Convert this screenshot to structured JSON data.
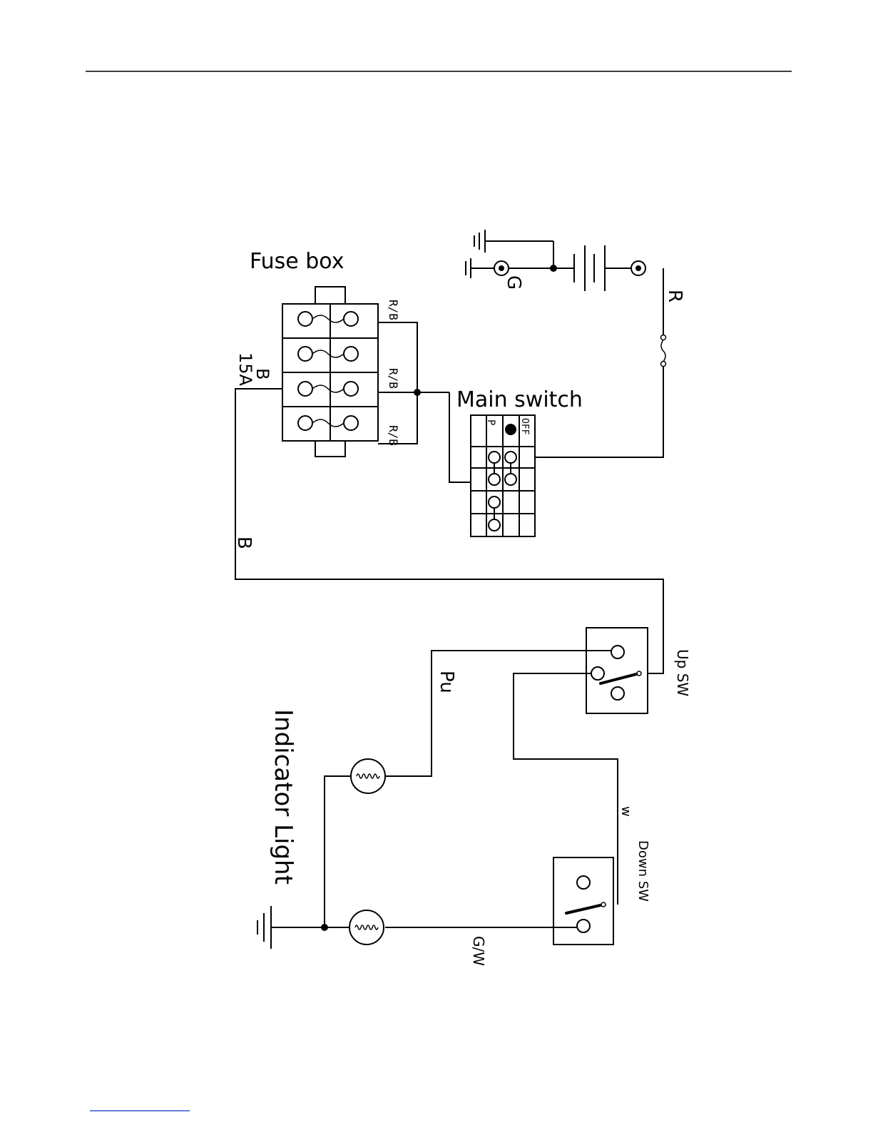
{
  "labels": {
    "fuse_box": "Fuse box",
    "main_switch": "Main switch",
    "fuse_rating": "15A",
    "wire_b_top": "B",
    "wire_b_side": "B",
    "wire_rb_1": "R/B",
    "wire_rb_2": "R/B",
    "wire_rb_3": "R/B",
    "wire_g": "G",
    "wire_r": "R",
    "switch_p": "P",
    "switch_off": "OFF",
    "up_sw": "Up SW",
    "down_sw": "Down SW",
    "wire_pu": "Pu",
    "wire_w": "w",
    "wire_gw": "G/W",
    "indicator_light": "Indicator Light"
  }
}
